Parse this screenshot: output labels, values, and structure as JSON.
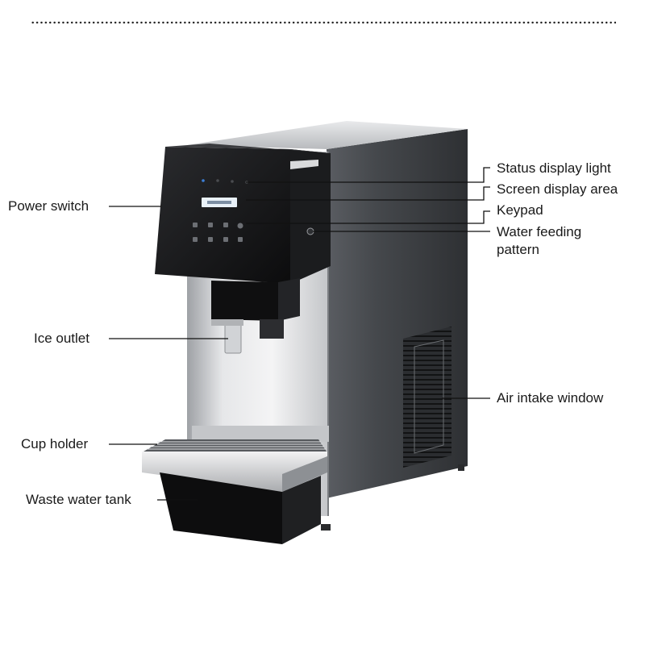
{
  "labels": {
    "power_switch": "Power switch",
    "ice_outlet": "Ice outlet",
    "cup_holder": "Cup holder",
    "waste_water_tank": "Waste water tank",
    "status_display_light": "Status display light",
    "screen_display_area": "Screen display area",
    "keypad": "Keypad",
    "water_feeding_pattern": "Water feeding\npattern",
    "air_intake_window": "Air intake window"
  },
  "colors": {
    "body_dark": "#3c3e42",
    "body_steel": "#d8dadc",
    "panel_black": "#141416",
    "line": "#111111"
  }
}
